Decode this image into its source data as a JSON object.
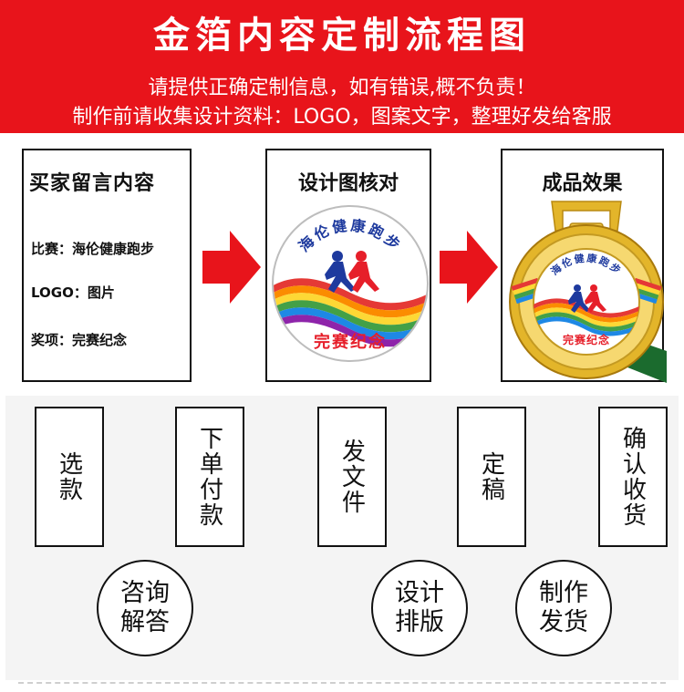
{
  "header": {
    "title": "金箔内容定制流程图",
    "line1": "请提供正确定制信息，如有错误,概不负责！",
    "line2": "制作前请收集设计资料：LOGO，图案文字，整理好发给客服"
  },
  "panels": {
    "buyer": {
      "title": "买家留言内容",
      "lines": [
        "比赛：海伦健康跑步",
        "LOGO：图片",
        "奖项：完赛纪念"
      ]
    },
    "design": {
      "title": "设计图核对",
      "arc_text": "海伦健康跑步",
      "bottom_text": "完赛纪念"
    },
    "product": {
      "title": "成品效果",
      "arc_text": "海伦健康跑步",
      "bottom_text": "完赛纪念"
    }
  },
  "colors": {
    "banner": "#e8141b",
    "arrow": "#e8141b",
    "runner_blue": "#1e3a9e",
    "runner_red": "#e61f2a",
    "gold": "#e3b52a"
  },
  "steps": [
    "选款",
    "下单付款",
    "发文件",
    "定稿",
    "确认收货"
  ],
  "circles": [
    "咨询解答",
    "设计排版",
    "制作发货"
  ]
}
